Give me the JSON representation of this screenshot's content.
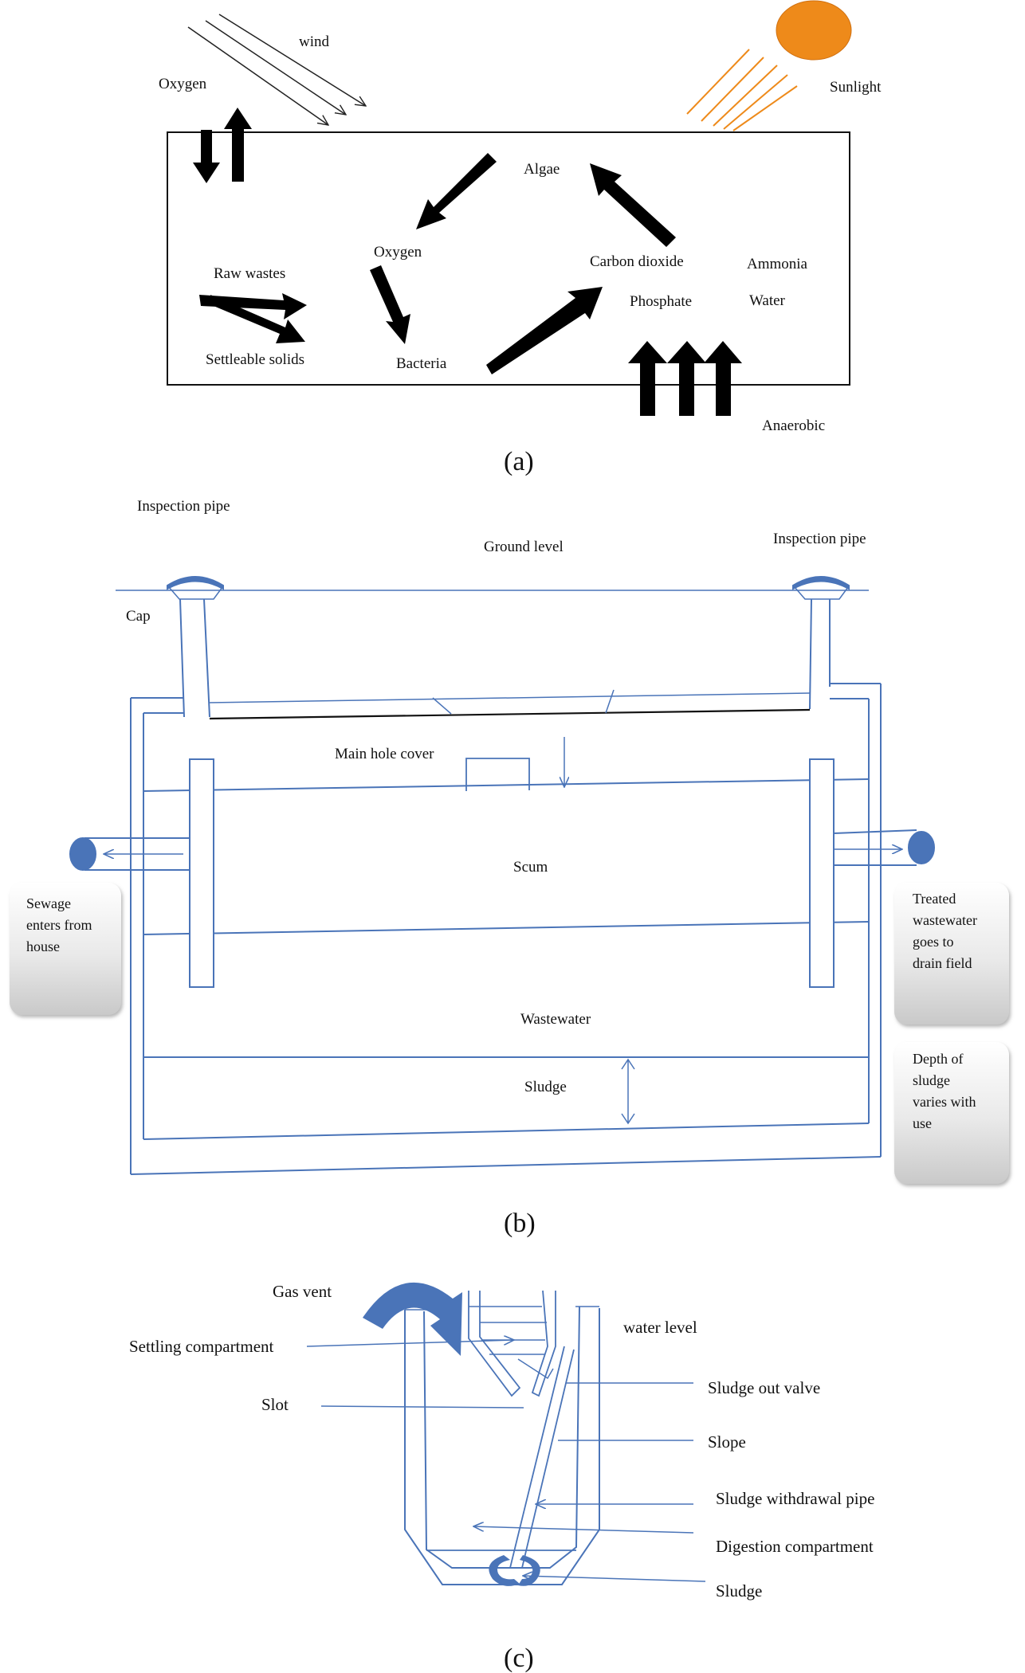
{
  "colors": {
    "line_blue": "#4a74b8",
    "fill_blue": "#4a74b8",
    "sun_orange": "#ee8a1a",
    "ray_orange": "#ee8a1a",
    "arrow_black": "#000000"
  },
  "panel_a": {
    "caption": "(a)",
    "wind": "wind",
    "oxygen_top": "Oxygen",
    "sunlight": "Sunlight",
    "algae": "Algae",
    "oxygen": "Oxygen",
    "carbon_dioxide": "Carbon dioxide",
    "ammonia": "Ammonia",
    "raw_wastes": "Raw wastes",
    "phosphate": "Phosphate",
    "water": "Water",
    "settleable_solids": "Settleable  solids",
    "bacteria": "Bacteria",
    "anaerobic": "Anaerobic"
  },
  "panel_b": {
    "caption": "(b)",
    "inspection_pipe_left": "Inspection pipe",
    "ground_level": "Ground level",
    "inspection_pipe_right": "Inspection pipe",
    "cap": "Cap",
    "main_hole_cover": "Main  hole  cover",
    "scum": "Scum",
    "wastewater": "Wastewater",
    "sludge": "Sludge",
    "sewage_box": [
      "Sewage",
      "enters from",
      "house"
    ],
    "treated_box": [
      "Treated",
      "wastewater",
      "goes to",
      "drain field"
    ],
    "depth_box": [
      "Depth  of",
      "sludge",
      "varies with",
      "use"
    ]
  },
  "panel_c": {
    "caption": "(c)",
    "gas_vent": "Gas vent",
    "settling_compartment": "Settling  compartment",
    "slot": "Slot",
    "water_level": "water level",
    "sludge_out_valve": "Sludge out valve",
    "slope": "Slope",
    "sludge_withdrawal_pipe": "Sludge  withdrawal  pipe",
    "digestion_compartment": "Digestion  compartment",
    "sludge": "Sludge"
  }
}
